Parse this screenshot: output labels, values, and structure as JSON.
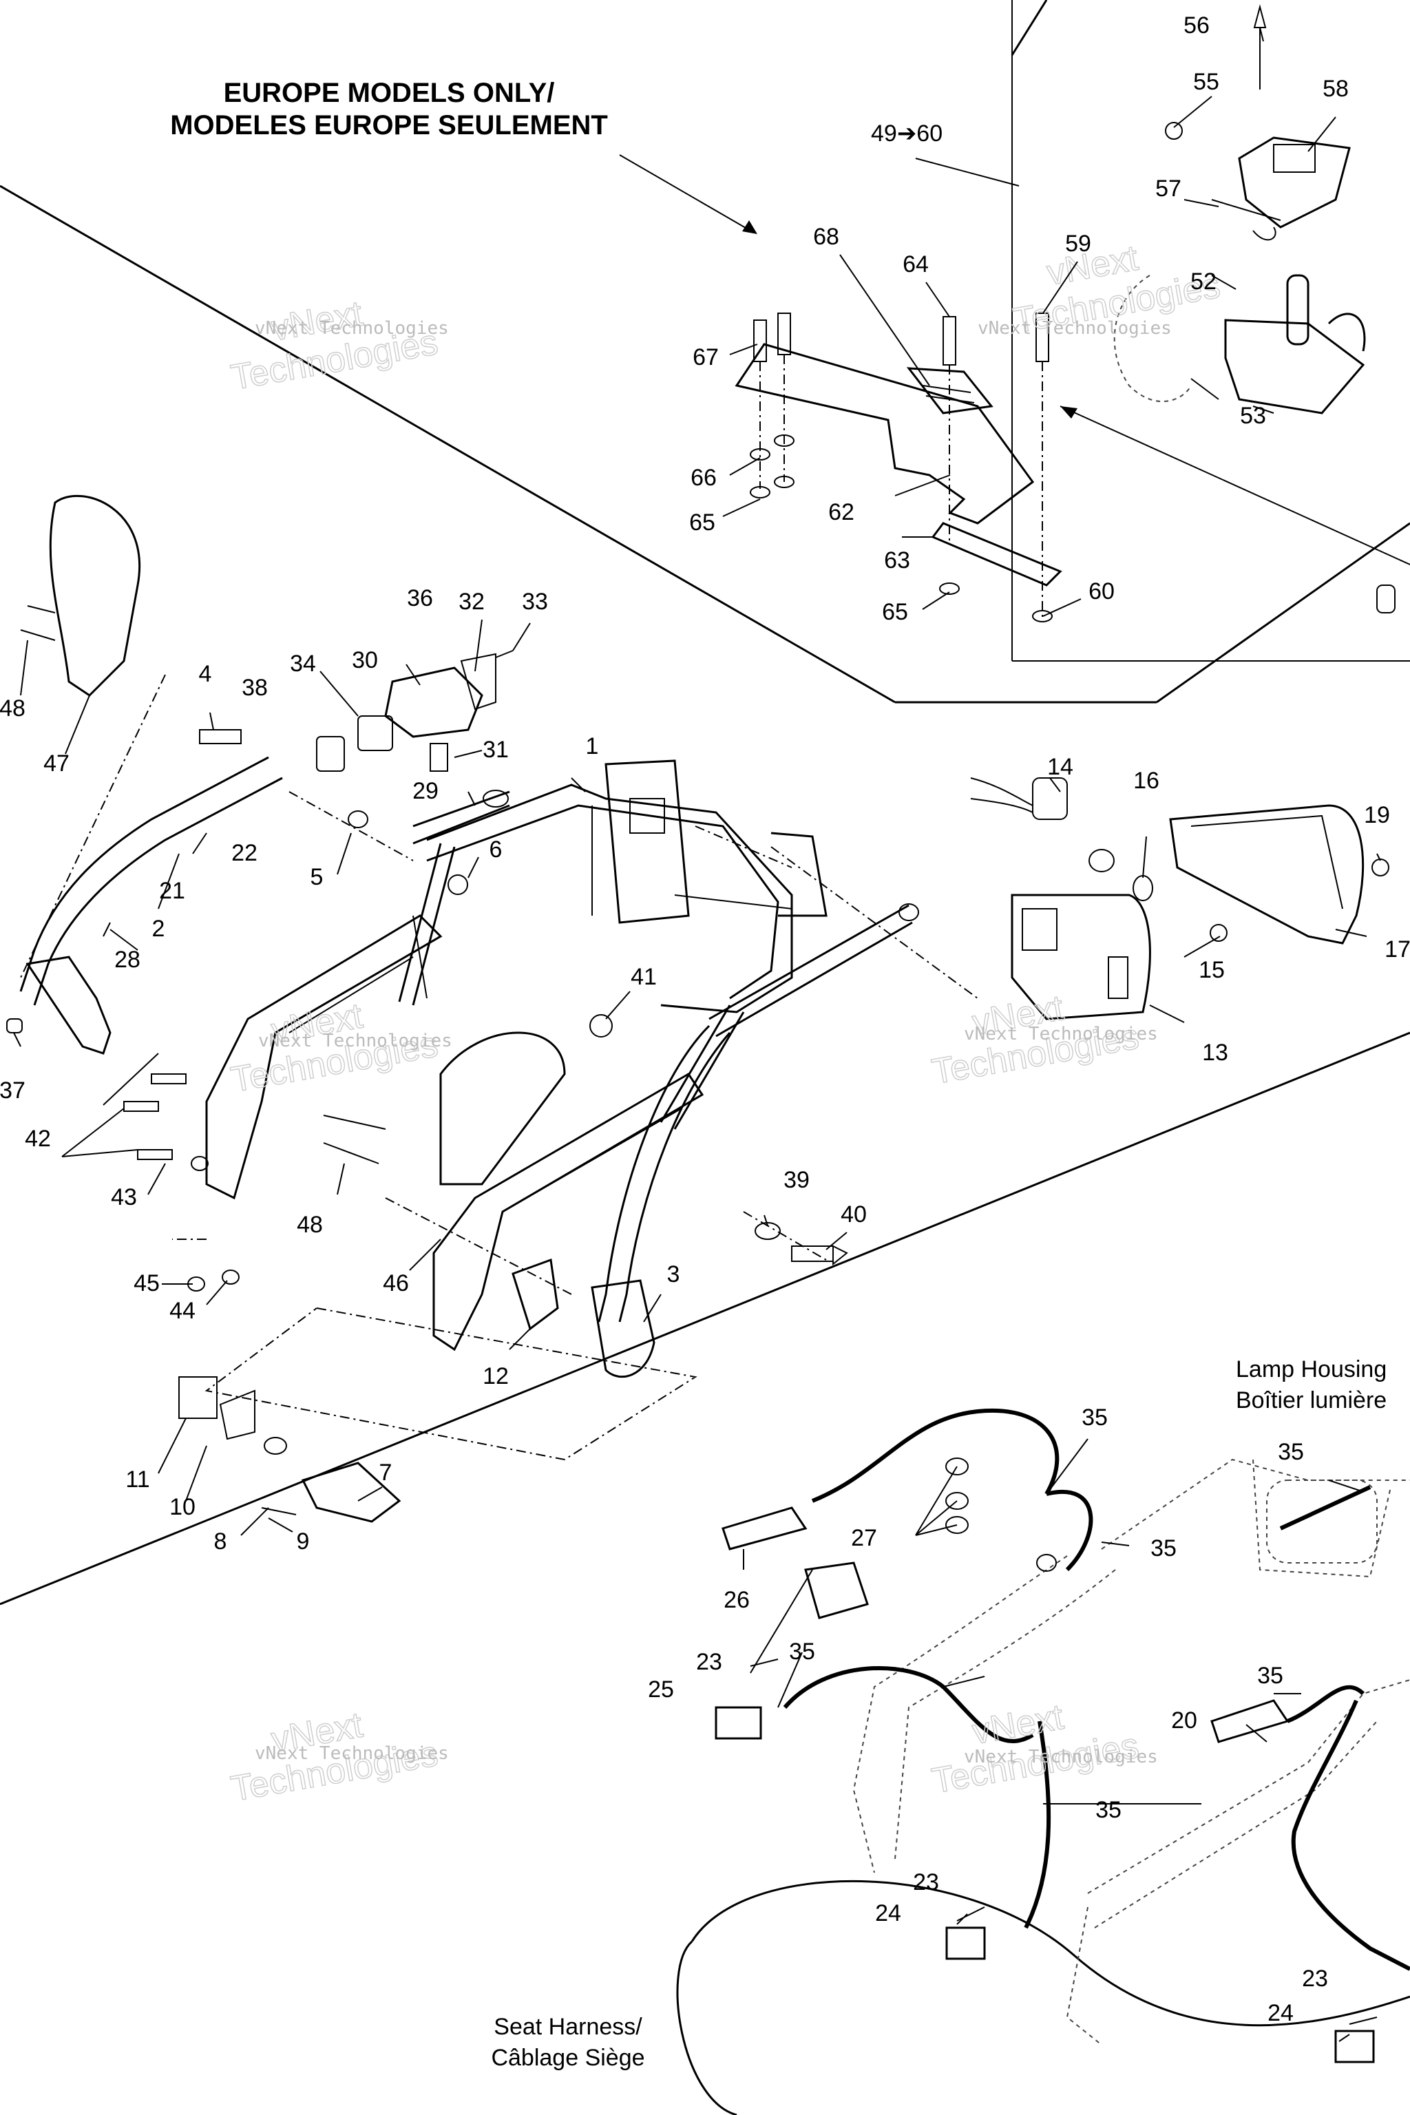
{
  "title_lines": [
    "EUROPE MODELS ONLY/",
    "MODELES EUROPE SEULEMENT"
  ],
  "range_label": "49➔60",
  "lamp_housing_label": [
    "Lamp Housing",
    "Boîtier lumière"
  ],
  "seat_harness_label": [
    "Seat Harness/",
    "Câblage Siège"
  ],
  "watermark_small": "vNext Technologies",
  "watermark_big": [
    "vNext",
    "Technologies"
  ],
  "callouts": [
    "1",
    "2",
    "3",
    "4",
    "5",
    "6",
    "7",
    "8",
    "9",
    "10",
    "11",
    "12",
    "13",
    "14",
    "15",
    "16",
    "17",
    "19",
    "20",
    "21",
    "22",
    "23",
    "23",
    "23",
    "24",
    "24",
    "25",
    "26",
    "27",
    "28",
    "29",
    "30",
    "31",
    "32",
    "33",
    "34",
    "35",
    "35",
    "35",
    "35",
    "35",
    "35",
    "36",
    "37",
    "38",
    "39",
    "40",
    "41",
    "42",
    "43",
    "44",
    "45",
    "46",
    "47",
    "48",
    "48",
    "49➔60",
    "52",
    "53",
    "55",
    "56",
    "57",
    "58",
    "59",
    "60",
    "62",
    "63",
    "64",
    "65",
    "65",
    "66",
    "67",
    "68"
  ],
  "callout_list": [
    {
      "n": "1"
    },
    {
      "n": "2"
    },
    {
      "n": "3"
    },
    {
      "n": "4"
    },
    {
      "n": "5"
    },
    {
      "n": "6"
    },
    {
      "n": "7"
    },
    {
      "n": "8"
    },
    {
      "n": "9"
    },
    {
      "n": "10"
    },
    {
      "n": "11"
    },
    {
      "n": "12"
    },
    {
      "n": "13"
    },
    {
      "n": "14"
    },
    {
      "n": "15"
    },
    {
      "n": "16"
    },
    {
      "n": "17"
    },
    {
      "n": "19"
    },
    {
      "n": "20"
    },
    {
      "n": "21"
    },
    {
      "n": "22"
    },
    {
      "n": "23"
    },
    {
      "n": "23"
    },
    {
      "n": "23"
    },
    {
      "n": "24"
    },
    {
      "n": "24"
    },
    {
      "n": "25"
    },
    {
      "n": "26"
    },
    {
      "n": "27"
    },
    {
      "n": "28"
    },
    {
      "n": "29"
    },
    {
      "n": "30"
    },
    {
      "n": "31"
    },
    {
      "n": "32"
    },
    {
      "n": "33"
    },
    {
      "n": "34"
    },
    {
      "n": "35"
    },
    {
      "n": "35"
    },
    {
      "n": "35"
    },
    {
      "n": "35"
    },
    {
      "n": "35"
    },
    {
      "n": "35"
    },
    {
      "n": "36"
    },
    {
      "n": "37"
    },
    {
      "n": "38"
    },
    {
      "n": "39"
    },
    {
      "n": "40"
    },
    {
      "n": "41"
    },
    {
      "n": "42"
    },
    {
      "n": "43"
    },
    {
      "n": "44"
    },
    {
      "n": "45"
    },
    {
      "n": "46"
    },
    {
      "n": "47"
    },
    {
      "n": "48"
    },
    {
      "n": "48"
    },
    {
      "n": "52"
    },
    {
      "n": "53"
    },
    {
      "n": "55"
    },
    {
      "n": "56"
    },
    {
      "n": "57"
    },
    {
      "n": "58"
    },
    {
      "n": "59"
    },
    {
      "n": "60"
    },
    {
      "n": "62"
    },
    {
      "n": "63"
    },
    {
      "n": "64"
    },
    {
      "n": "65"
    },
    {
      "n": "65"
    },
    {
      "n": "66"
    },
    {
      "n": "67"
    },
    {
      "n": "68"
    }
  ]
}
